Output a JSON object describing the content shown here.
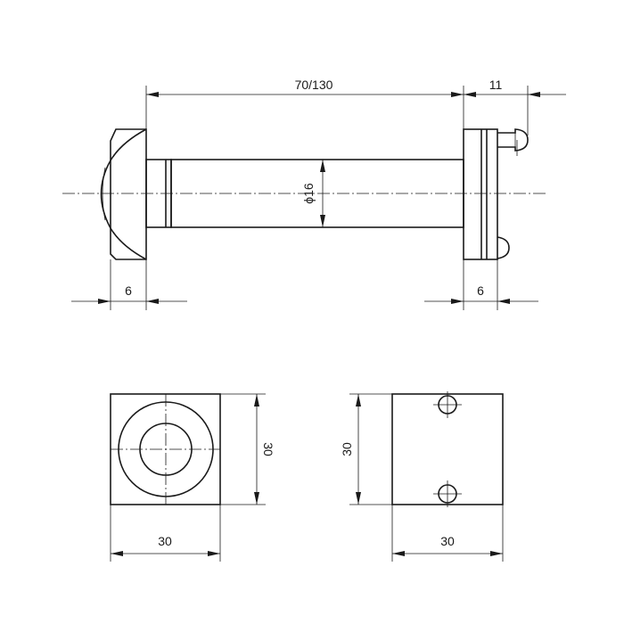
{
  "dimensions": {
    "length": "70/130",
    "pin_offset": "11",
    "diameter_symbol": "ϕ",
    "diameter": "16",
    "left_flange": "6",
    "right_flange": "6",
    "front_width": "30",
    "front_height": "30",
    "back_width": "30",
    "back_height": "30"
  }
}
